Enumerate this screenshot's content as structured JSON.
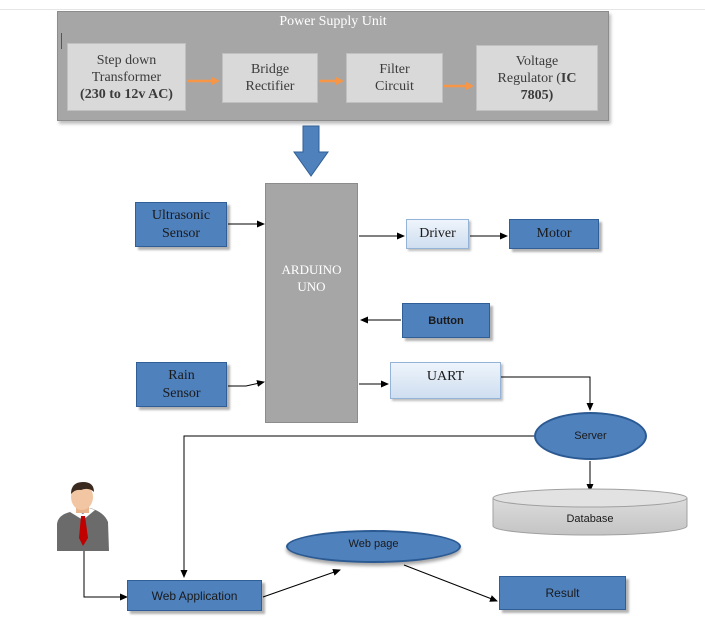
{
  "psu": {
    "title": "Power Supply Unit"
  },
  "psu_blocks": {
    "transformer": {
      "line1": "Step down",
      "line2": "Transformer",
      "line3": "(230 to 12v AC)"
    },
    "rectifier": {
      "line1": "Bridge",
      "line2": "Rectifier"
    },
    "filter": {
      "line1": "Filter",
      "line2": "Circuit"
    },
    "regulator": {
      "line1": "Voltage",
      "line2a": "Regulator (",
      "line2b": "IC",
      "line3": "7805)"
    }
  },
  "controller": {
    "line1": "ARDUINO",
    "line2": "UNO"
  },
  "inputs": {
    "ultrasonic": {
      "line1": "Ultrasonic",
      "line2": "Sensor"
    },
    "rain": {
      "line1": "Rain",
      "line2": "Sensor"
    },
    "button": "Button"
  },
  "outputs": {
    "driver": "Driver",
    "motor": "Motor",
    "uart": "UART"
  },
  "cloud": {
    "server": "Server",
    "database": "Database"
  },
  "web": {
    "application": "Web Application",
    "page": "Web page",
    "result": "Result"
  },
  "colors": {
    "arrow_orange": "#f79646",
    "blue_fill": "#4f81bd",
    "gray_fill": "#a6a6a6"
  }
}
